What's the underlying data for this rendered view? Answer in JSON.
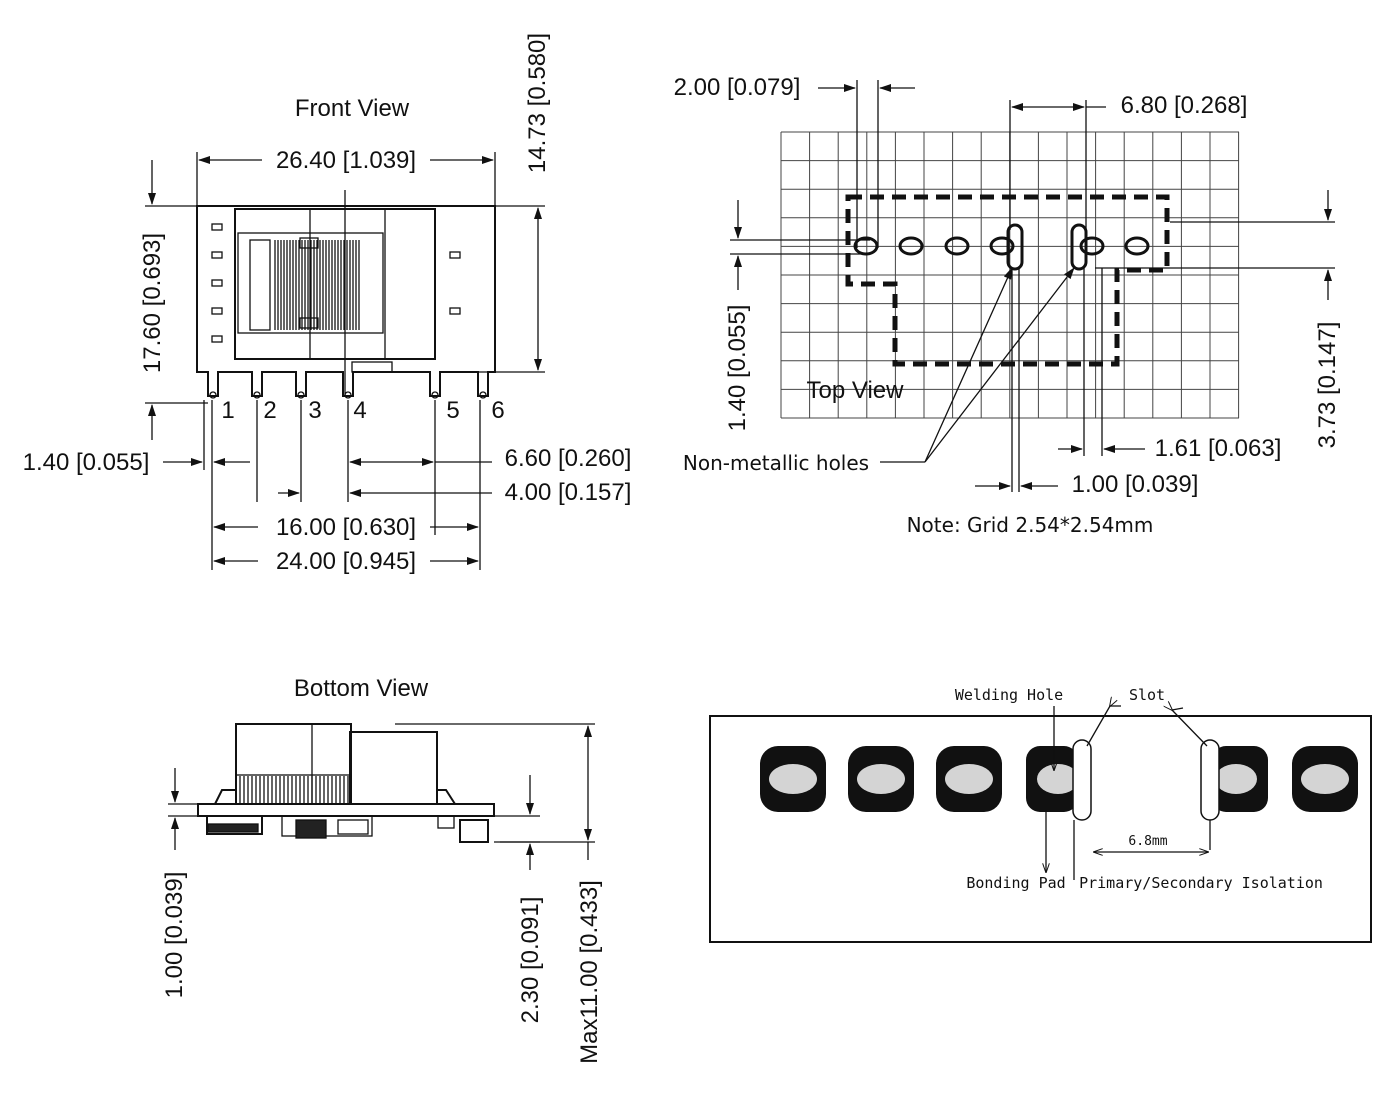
{
  "front_view": {
    "title": "Front View",
    "dim_width": "26.40 [1.039]",
    "dim_height_total": "14.73 [0.580]",
    "dim_height_pins": "17.60 [0.693]",
    "dim_pin_offset": "1.40 [0.055]",
    "dim_pin_pitch_a": "6.60 [0.260]",
    "dim_pin_pitch_b": "4.00 [0.157]",
    "dim_span_16": "16.00 [0.630]",
    "dim_span_24": "24.00 [0.945]",
    "pins": [
      "1",
      "2",
      "3",
      "4",
      "5",
      "6"
    ]
  },
  "top_view": {
    "title": "Top View",
    "dim_2": "2.00 [0.079]",
    "dim_6_80": "6.80 [0.268]",
    "dim_1_40": "1.40 [0.055]",
    "dim_3_73": "3.73 [0.147]",
    "dim_1_61": "1.61 [0.063]",
    "dim_1_00": "1.00 [0.039]",
    "callout": "Non-metallic holes",
    "note": "Note: Grid 2.54*2.54mm"
  },
  "bottom_view": {
    "title": "Bottom View",
    "dim_1_00": "1.00 [0.039]",
    "dim_2_30": "2.30 [0.091]",
    "dim_max": "Max11.00 [0.433]"
  },
  "pcb_detail": {
    "welding_hole": "Welding Hole",
    "slot": "Slot",
    "bonding_pad": "Bonding Pad",
    "isolation": "Primary/Secondary Isolation",
    "gap": "6.8mm"
  }
}
